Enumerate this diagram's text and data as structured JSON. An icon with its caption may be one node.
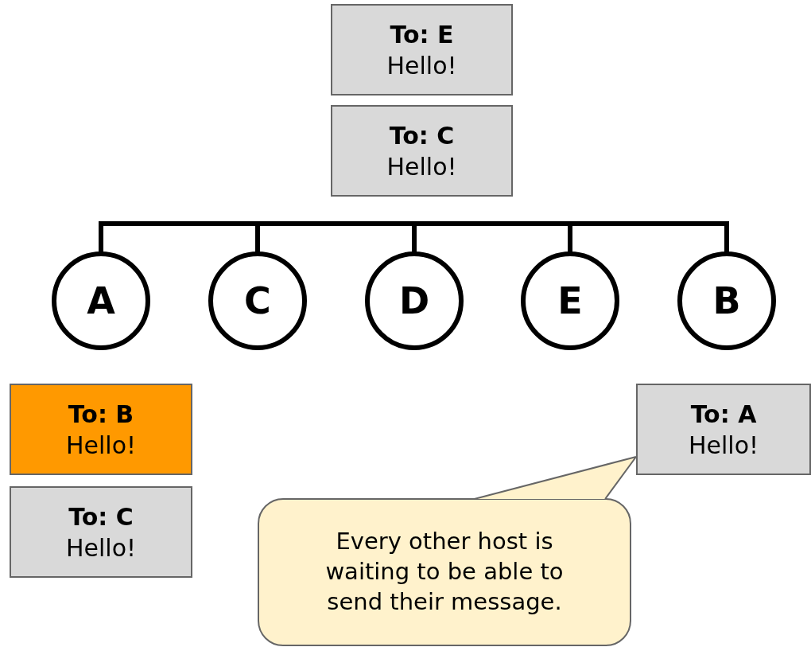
{
  "diagram": {
    "nodes": [
      {
        "text": [
          "To: E",
          "Hello!"
        ]
      },
      {
        "text": [
          "To: C",
          "Hello!"
        ]
      },
      {
        "text": [],
        "shape": "bar"
      },
      {
        "text": [
          "A"
        ]
      },
      {
        "text": [
          "C"
        ]
      },
      {
        "text": [
          "D"
        ]
      },
      {
        "text": [
          "E"
        ]
      },
      {
        "text": [
          "B"
        ]
      },
      {
        "text": [
          "To: B",
          "Hello!"
        ]
      },
      {
        "text": [
          "To: A",
          "Hello!"
        ]
      },
      {
        "text": [
          "To: C",
          "Hello!"
        ]
      },
      {
        "text": [
          "Every other host is waiting to be able to send their message."
        ]
      }
    ],
    "edges": [
      {
        "from": 2,
        "to": 3,
        "arrow": "none"
      },
      {
        "from": 2,
        "to": 4,
        "arrow": "none"
      },
      {
        "from": 2,
        "to": 5,
        "arrow": "none"
      },
      {
        "from": 2,
        "to": 6,
        "arrow": "none"
      },
      {
        "from": 2,
        "to": 7,
        "arrow": "none"
      },
      {
        "from": 11,
        "to": 9,
        "arrow": "none",
        "color": "#666666"
      }
    ]
  }
}
